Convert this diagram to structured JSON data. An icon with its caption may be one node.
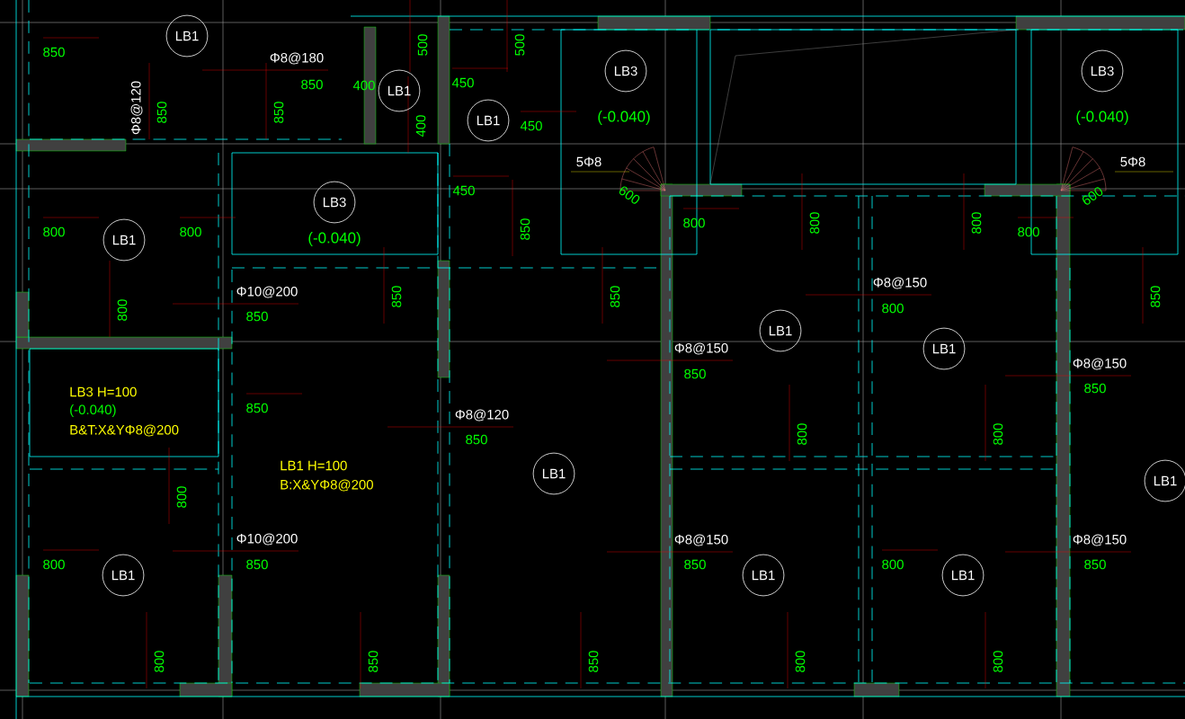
{
  "diagram": {
    "nodes": [
      {
        "text": [
          "LB1"
        ]
      },
      {
        "text": [
          "LB1"
        ]
      },
      {
        "text": [
          "LB1"
        ]
      },
      {
        "text": [
          "LB3"
        ],
        "beside": [
          "(-0.040)"
        ]
      },
      {
        "text": [
          "LB3"
        ],
        "beside": [
          "(-0.040)"
        ]
      },
      {
        "text": [
          "LB3"
        ],
        "beside": [
          "(-0.040)"
        ]
      },
      {
        "text": [
          "LB1"
        ]
      },
      {
        "text": [
          "LB1"
        ]
      },
      {
        "text": [
          "LB1"
        ]
      },
      {
        "text": [
          "LB1"
        ]
      },
      {
        "text": [
          "LB1"
        ]
      },
      {
        "text": [
          "LB1"
        ]
      },
      {
        "text": [
          "LB1"
        ]
      },
      {
        "text": [
          "LB1"
        ]
      }
    ],
    "labels": [
      "850",
      "Φ8@180",
      "Φ8@120",
      "850",
      "850",
      "850",
      "400",
      "500",
      "500",
      "450",
      "400",
      "450",
      "5Φ8",
      "5Φ8",
      "600",
      "600",
      "450",
      "800",
      "800",
      "850",
      "800",
      "800",
      "800",
      "800",
      "Φ10@200",
      "850",
      "850",
      "850",
      "Φ8@150",
      "800",
      "850",
      "800",
      "LB3 H=100",
      "(-0.040)",
      "B&T:X&YΦ8@200",
      "Φ8@150",
      "850",
      "Φ8@150",
      "850",
      "850",
      "Φ8@120",
      "850",
      "800",
      "800",
      "LB1 H=100",
      "B:X&YΦ8@200",
      "800",
      "Φ10@200",
      "Φ8@150",
      "Φ8@150",
      "800",
      "850",
      "850",
      "800",
      "850",
      "800",
      "850",
      "850",
      "800",
      "800"
    ]
  }
}
